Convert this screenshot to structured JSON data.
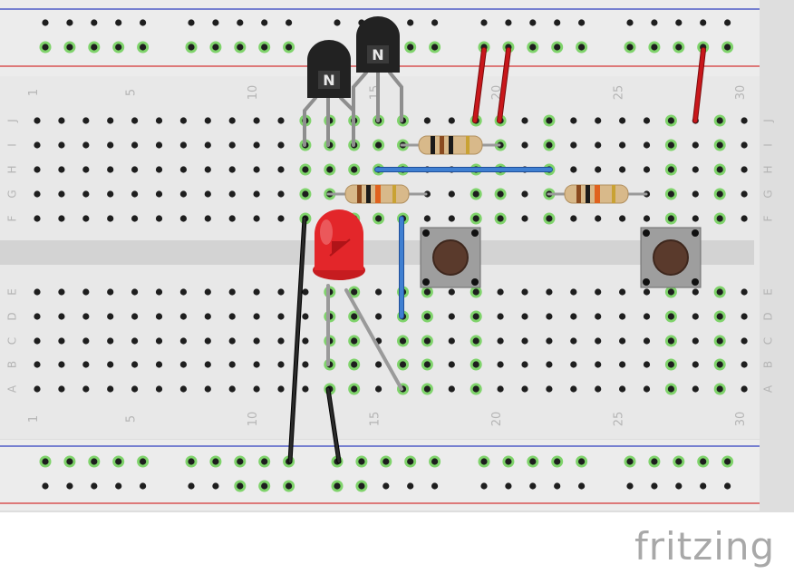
{
  "app": {
    "logo_text": "fritzing"
  },
  "breadboard": {
    "columns": 30,
    "column_labels": [
      "1",
      "5",
      "10",
      "15",
      "20",
      "25",
      "30"
    ],
    "row_labels_top": [
      "J",
      "I",
      "H",
      "G",
      "F"
    ],
    "row_labels_bottom": [
      "E",
      "D",
      "C",
      "B",
      "A"
    ],
    "rail_colors": {
      "positive": "#d43434",
      "negative": "#2f3fbf"
    }
  },
  "components": {
    "transistors": [
      {
        "label": "N",
        "type": "NPN"
      },
      {
        "label": "N",
        "type": "NPN"
      }
    ],
    "led": {
      "color": "#e3262a"
    },
    "resistors": 3,
    "pushbuttons": 2
  },
  "wire_colors": {
    "red": "#c8171b",
    "blue": "#3f7fd1",
    "black": "#1f1f1f",
    "gray": "#9a9a9a"
  }
}
